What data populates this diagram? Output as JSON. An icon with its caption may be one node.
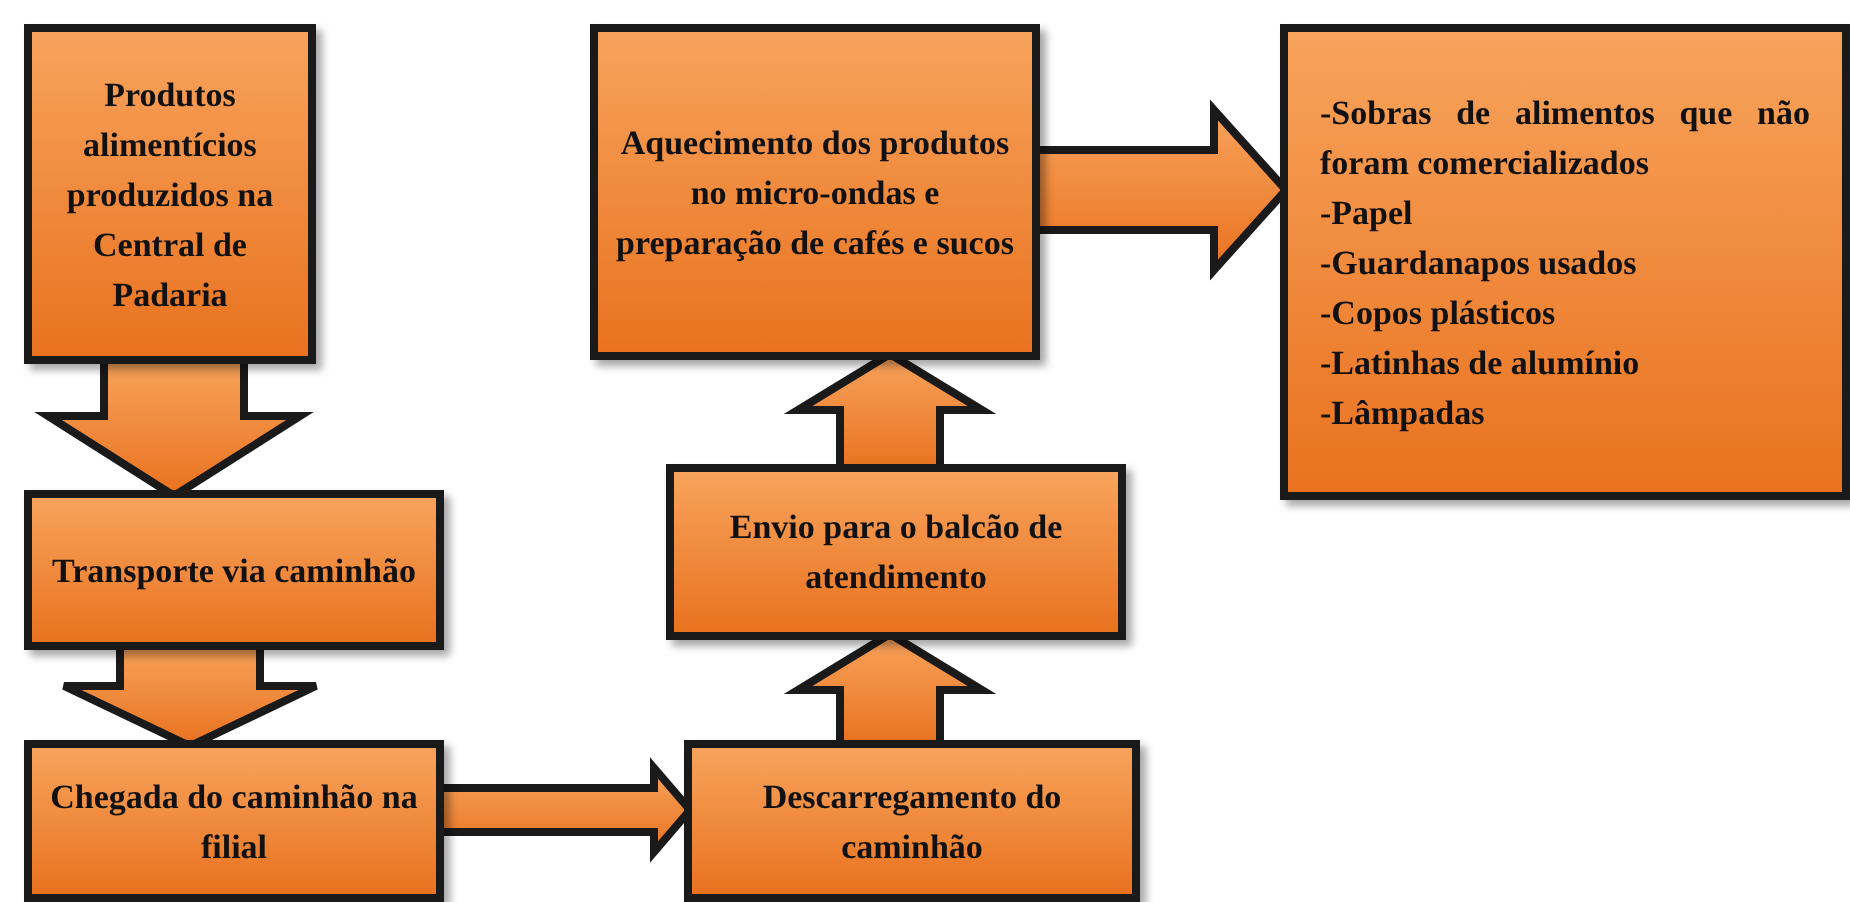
{
  "diagram": {
    "nodes": [
      {
        "text": [
          "Produtos alimentícios produzidos na Central de Padaria"
        ]
      },
      {
        "text": [
          "Transporte via caminhão"
        ]
      },
      {
        "text": [
          "Chegada do caminhão na filial"
        ]
      },
      {
        "text": [
          "Descarregamento do caminhão"
        ]
      },
      {
        "text": [
          "Envio para o balcão de atendimento"
        ]
      },
      {
        "text": [
          "Aquecimento dos produtos no micro-ondas e preparação de cafés e sucos"
        ]
      },
      {
        "text": [
          "-Sobras de alimentos que não foram comercializados",
          "-Papel",
          "-Guardanapos usados",
          "-Copos plásticos",
          "-Latinhas de alumínio",
          "-Lâmpadas"
        ]
      }
    ],
    "edges": [
      {
        "from": 0,
        "to": 1,
        "arrow": "to"
      },
      {
        "from": 1,
        "to": 2,
        "arrow": "to"
      },
      {
        "from": 2,
        "to": 3,
        "arrow": "to"
      },
      {
        "from": 3,
        "to": 4,
        "arrow": "to"
      },
      {
        "from": 4,
        "to": 5,
        "arrow": "to"
      },
      {
        "from": 5,
        "to": 6,
        "arrow": "to"
      }
    ]
  }
}
